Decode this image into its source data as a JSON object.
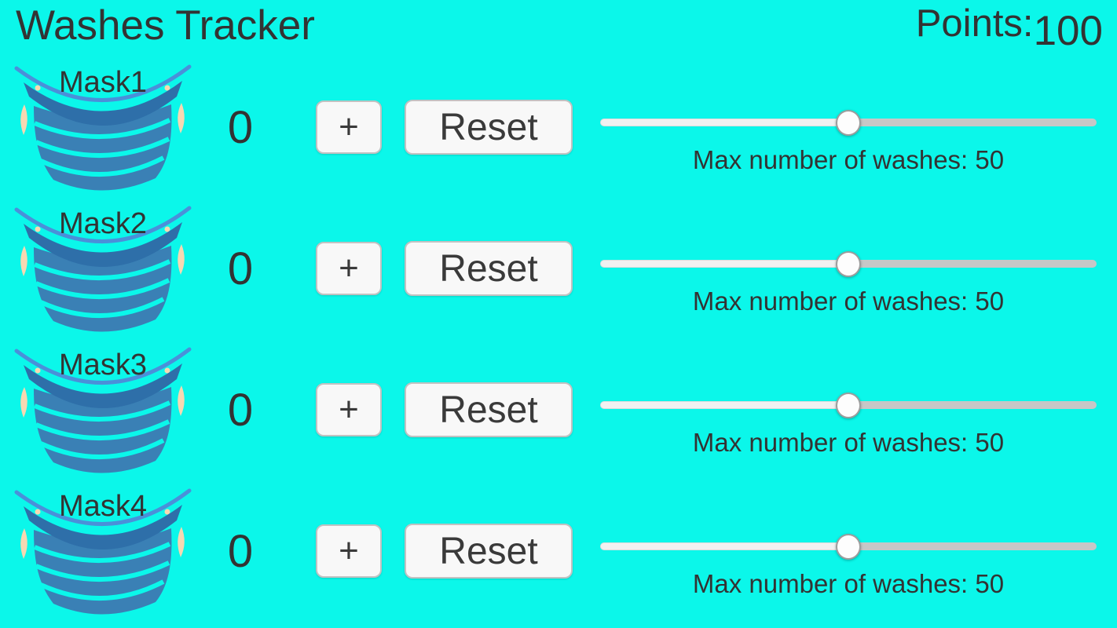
{
  "header": {
    "title": "Washes Tracker",
    "points_label": "Points:",
    "points_value": "100"
  },
  "colors": {
    "background": "#0BF7EA",
    "ink": "#333333",
    "button_bg": "#F8F8F8",
    "button_border": "#C2C2C2",
    "slider_track_left": "#F1F1F1",
    "slider_track_right": "#C7C7C7",
    "slider_thumb": "#FDFDFD",
    "mask_body": "#3A80B5",
    "mask_band": "#2E6FA9",
    "mask_strap": "#4A90D9",
    "mask_skin": "#F6D8B2"
  },
  "rows": [
    {
      "mask_label": "Mask1",
      "count": "0",
      "plus_label": "+",
      "reset_label": "Reset",
      "slider_percent": "50%",
      "max_washes_label": "Max number of washes: 50"
    },
    {
      "mask_label": "Mask2",
      "count": "0",
      "plus_label": "+",
      "reset_label": "Reset",
      "slider_percent": "50%",
      "max_washes_label": "Max number of washes: 50"
    },
    {
      "mask_label": "Mask3",
      "count": "0",
      "plus_label": "+",
      "reset_label": "Reset",
      "slider_percent": "50%",
      "max_washes_label": "Max number of washes: 50"
    },
    {
      "mask_label": "Mask4",
      "count": "0",
      "plus_label": "+",
      "reset_label": "Reset",
      "slider_percent": "50%",
      "max_washes_label": "Max number of washes: 50"
    }
  ]
}
